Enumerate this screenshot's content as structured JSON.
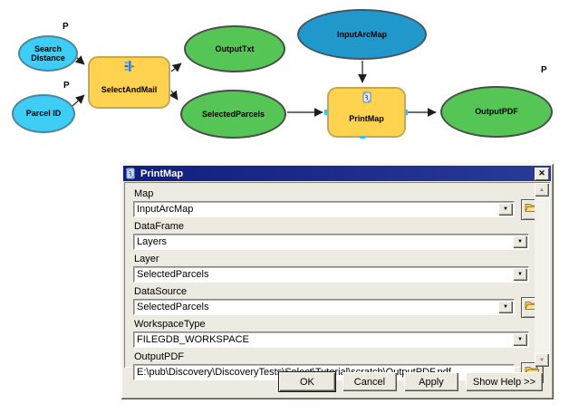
{
  "glyphs": {
    "dropdown": "▼",
    "close": "✕",
    "scroll_up": "▲",
    "scroll_down": "▼"
  },
  "colors": {
    "input_param_fill": "#3ECDF5",
    "input_data_fill": "#2098CC",
    "output_fill": "#55C556",
    "tool_fill": "#FFD24F",
    "titlebar": "#101E7E",
    "dialog_face": "#EDEAE2",
    "connector_port": "#35C4F0"
  },
  "diagram": {
    "nodes": [
      {
        "label": "Search Distance",
        "type": "input-parameter-oval",
        "badge": "P"
      },
      {
        "label": "Parcel ID",
        "type": "input-parameter-oval",
        "badge": "P"
      },
      {
        "label": "SelectAndMail",
        "type": "model-tool-box",
        "icon": "model-flow-icon"
      },
      {
        "label": "OutputTxt",
        "type": "output-oval"
      },
      {
        "label": "SelectedParcels",
        "type": "output-oval"
      },
      {
        "label": "InputArcMap",
        "type": "input-data-oval"
      },
      {
        "label": "PrintMap",
        "type": "script-tool-box",
        "icon": "script-scroll-icon"
      },
      {
        "label": "OutputPDF",
        "type": "output-oval",
        "badge": "P"
      }
    ]
  },
  "dialog": {
    "title": "PrintMap",
    "title_icon": "script-scroll-icon",
    "fields": [
      {
        "label": "Map",
        "value": "InputArcMap",
        "type": "combo",
        "browse": true
      },
      {
        "label": "DataFrame",
        "value": "Layers",
        "type": "combo",
        "browse": false
      },
      {
        "label": "Layer",
        "value": "SelectedParcels",
        "type": "combo",
        "browse": false
      },
      {
        "label": "DataSource",
        "value": "SelectedParcels",
        "type": "combo",
        "browse": true
      },
      {
        "label": "WorkspaceType",
        "value": "FILEGDB_WORKSPACE",
        "type": "combo",
        "browse": false
      },
      {
        "label": "OutputPDF",
        "value": "E:\\pub\\Discovery\\DiscoveryTests\\Select\\Tutorial\\scratch\\OutputPDF.pdf",
        "type": "text",
        "browse": true
      }
    ],
    "buttons": [
      {
        "label": "OK",
        "default": true
      },
      {
        "label": "Cancel",
        "default": false
      },
      {
        "label": "Apply",
        "default": false
      },
      {
        "label": "Show Help >>",
        "default": false
      }
    ]
  }
}
